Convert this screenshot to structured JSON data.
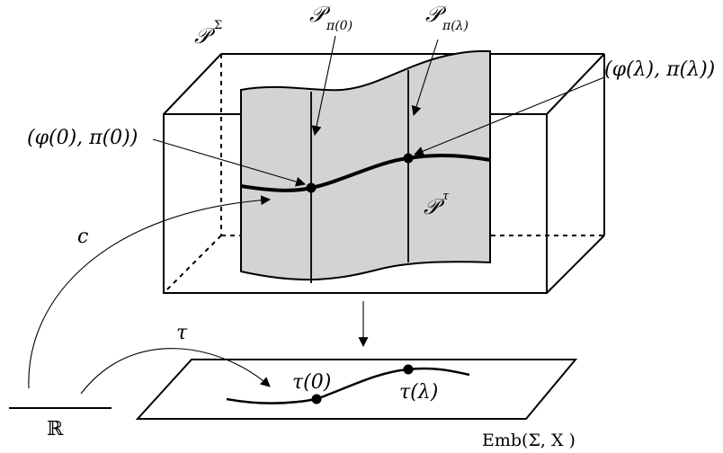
{
  "labels": {
    "bundle_P_sigma": {
      "base": "𝒫",
      "sup": "Σ"
    },
    "fiber_pi0": {
      "base": "𝒫",
      "sub": "π(0)"
    },
    "fiber_pilambda": {
      "base": "𝒫",
      "sub": "π(λ)"
    },
    "point_phi_lambda": "(φ(λ), π(λ))",
    "point_phi_0": "(φ(0), π(0))",
    "P_tau": {
      "base": "𝒫",
      "sup": "τ"
    },
    "c": "c",
    "tau": "τ",
    "tau_0": "τ(0)",
    "tau_lambda": "τ(λ)",
    "reals": "ℝ",
    "embedding_space": "Emb(Σ, X )"
  },
  "colors": {
    "sheet_fill": "#d3d3d3",
    "stroke": "#000000",
    "background": "#ffffff"
  }
}
